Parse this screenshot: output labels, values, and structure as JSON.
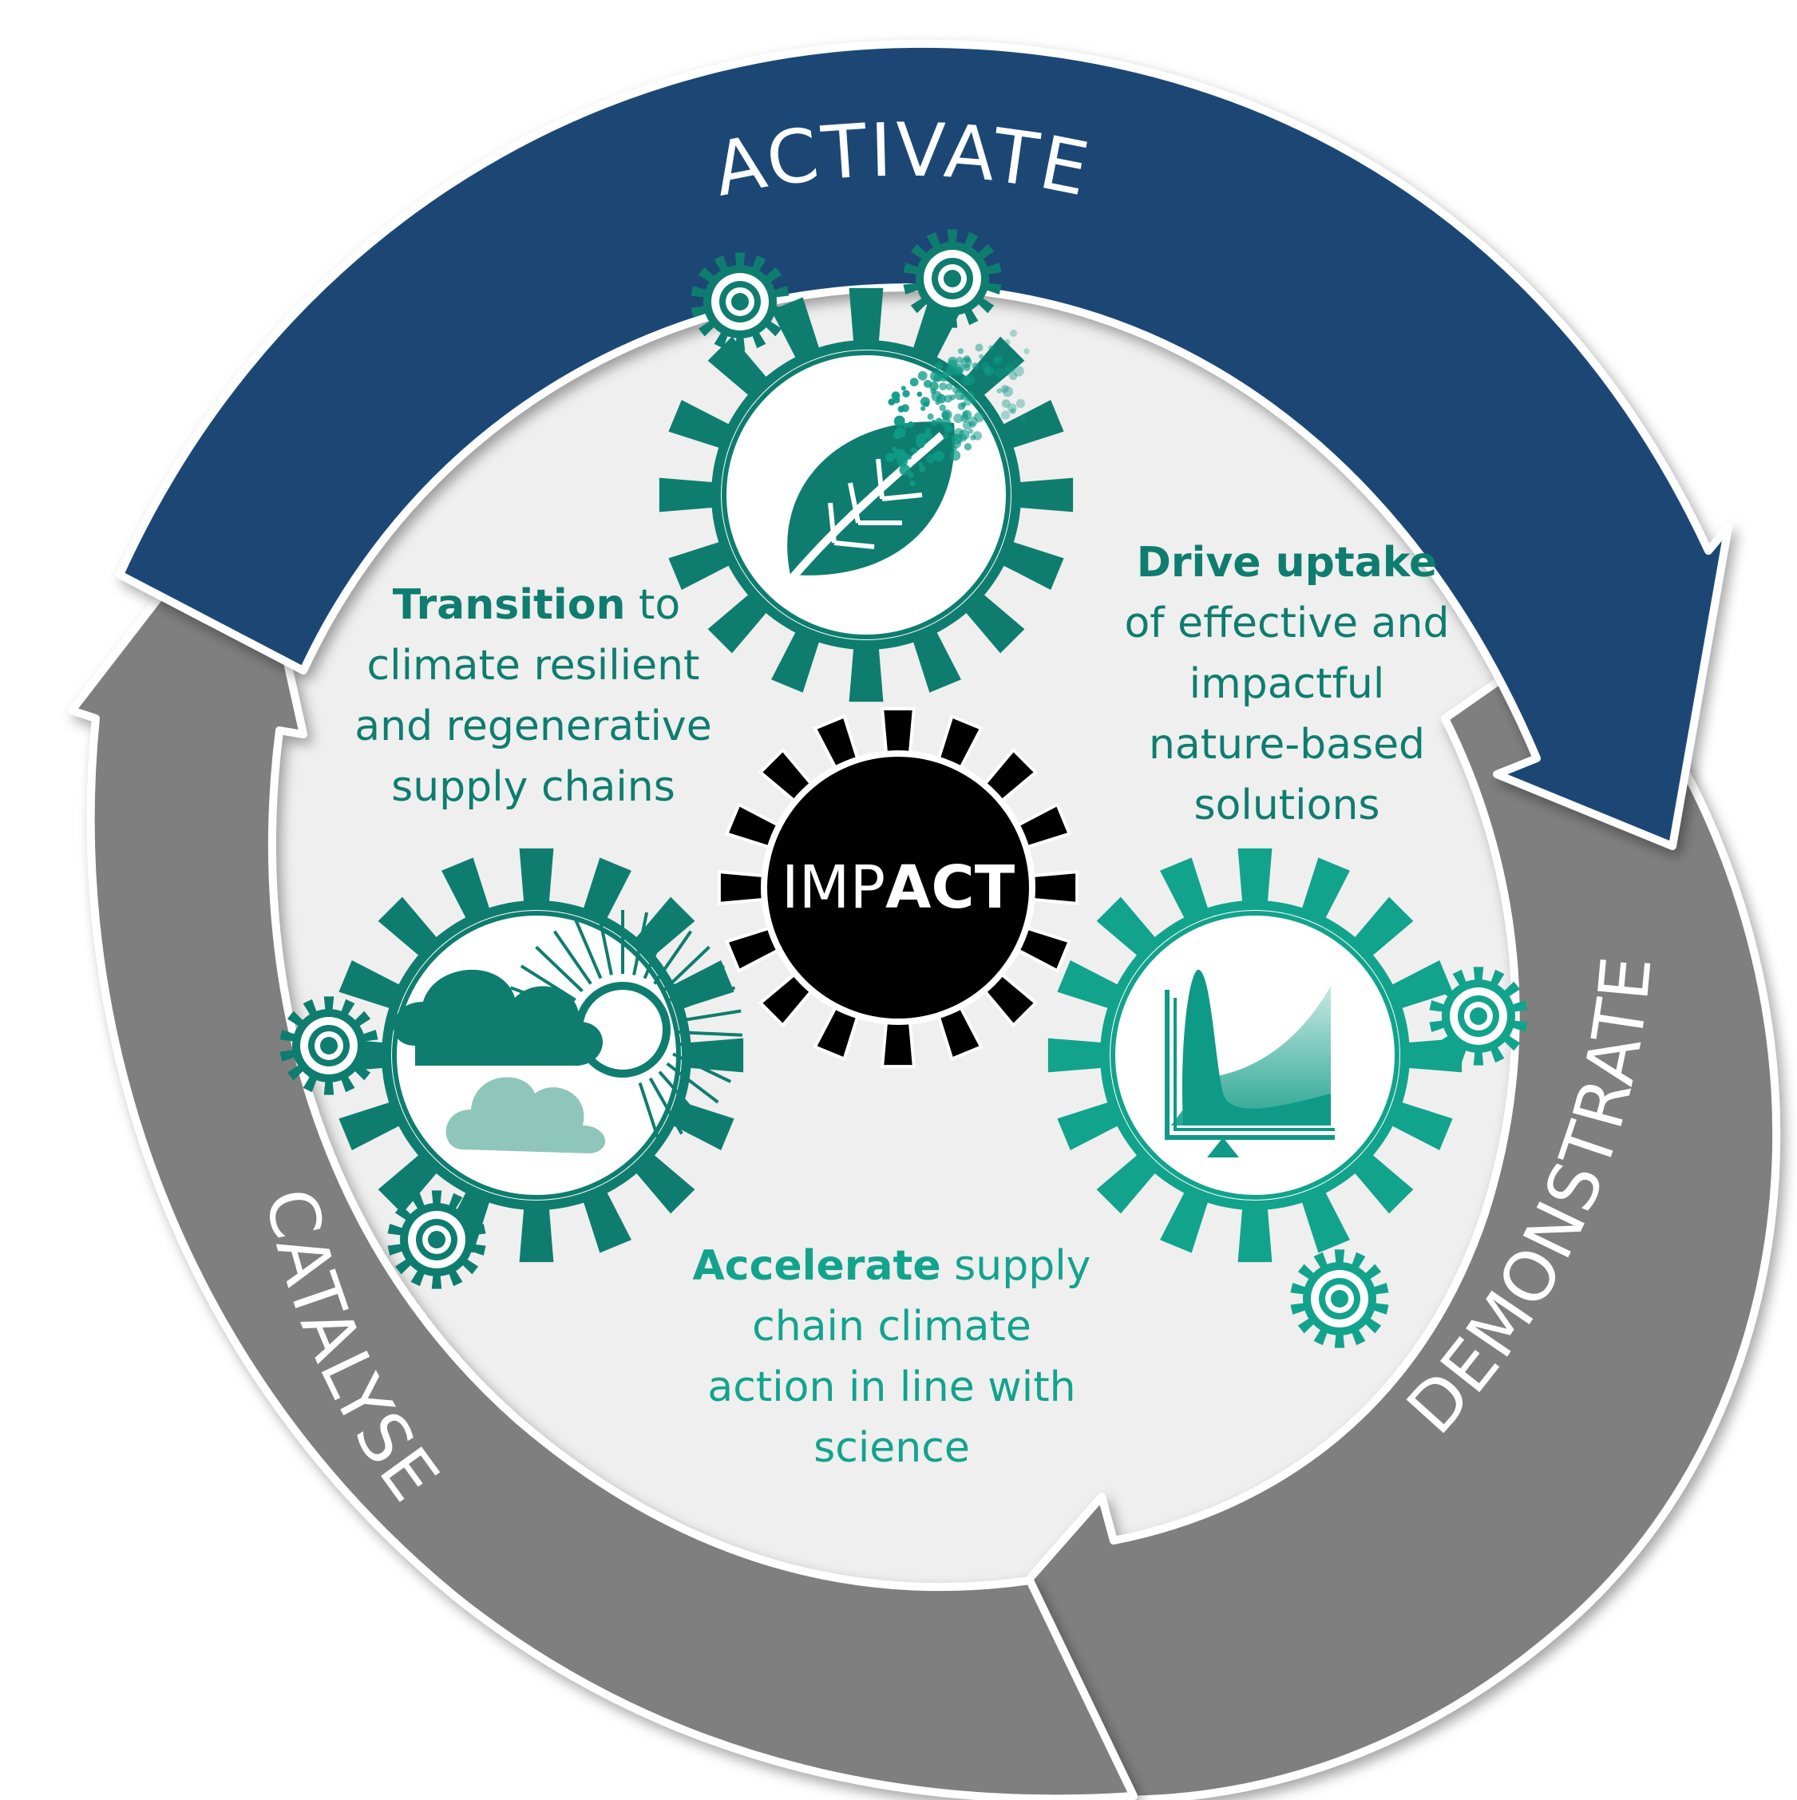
{
  "cycle": {
    "activate": "ACTIVATE",
    "demonstrate": "DEMONSTRATE",
    "catalyse": "CATALYSE"
  },
  "center": {
    "prefix": "IMP",
    "suffix": "ACT"
  },
  "statements": {
    "transition": {
      "bold": "Transition",
      "rest": " to",
      "lines": [
        "climate resilient",
        "and regenerative",
        "supply chains"
      ]
    },
    "drive": {
      "bold": "Drive uptake",
      "lines": [
        "of effective and",
        "impactful",
        "nature-based",
        "solutions"
      ]
    },
    "accelerate": {
      "bold": "Accelerate",
      "rest": " supply",
      "lines": [
        "chain climate",
        "action in line with",
        "science"
      ]
    }
  },
  "colors": {
    "activate_arrow": "#1c4775",
    "grey_arrow": "#7f7f7f",
    "inner_disc": "#efefef",
    "teal_dark": "#0e7d6f",
    "teal_bright": "#12a38d",
    "center_gear": "#000000"
  },
  "icons": [
    "leaf-icon",
    "cloud-sun-icon",
    "distribution-chart-icon"
  ]
}
